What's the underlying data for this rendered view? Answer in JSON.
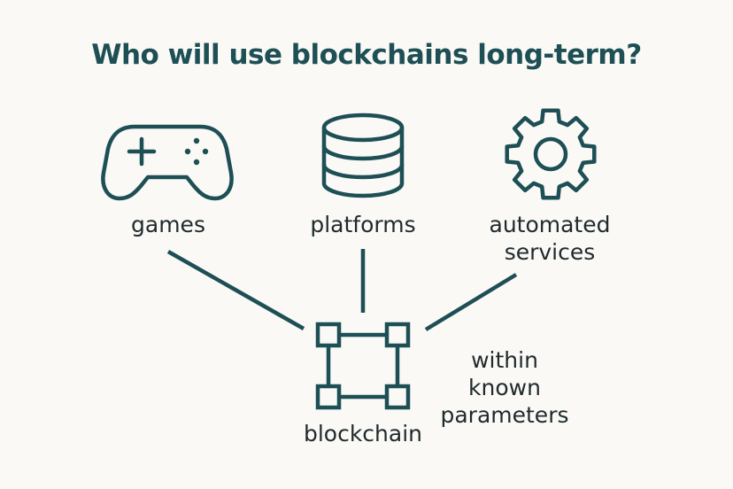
{
  "title": "Who will use blockchains long-term?",
  "colors": {
    "primary": "#1d4f55",
    "text": "#1f2a2c",
    "background": "#faf9f6"
  },
  "nodes": {
    "games": {
      "label": "games",
      "icon": "gamepad-icon"
    },
    "platforms": {
      "label": "platforms",
      "icon": "database-icon"
    },
    "automated_services": {
      "label_line1": "automated",
      "label_line2": "services",
      "icon": "gear-icon"
    },
    "blockchain": {
      "label": "blockchain",
      "icon": "blockchain-icon"
    }
  },
  "annotation": {
    "line1": "within",
    "line2": "known",
    "line3": "parameters"
  }
}
